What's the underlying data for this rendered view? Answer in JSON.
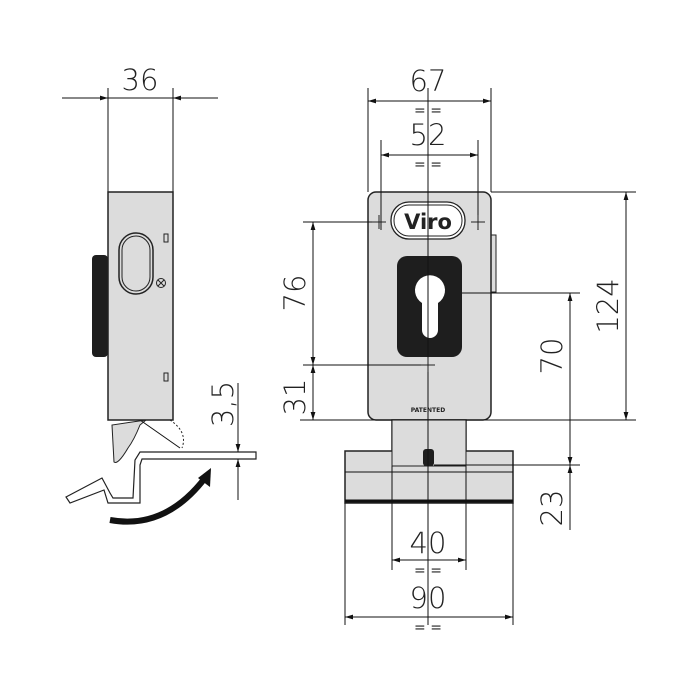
{
  "drawing": {
    "brand_logo": "Viro",
    "stamp": "PATENTED",
    "side_view": {
      "width": "36",
      "gap": "3,5"
    },
    "front_view": {
      "overall_width": "67",
      "hole_spacing": "52",
      "height": "124",
      "upper_offset": "76",
      "lower_offset": "31",
      "cylinder_height": "70",
      "keeper_offset": "23",
      "keeper_neck_width": "40",
      "keeper_width": "90",
      "equal_mark": "=   ="
    },
    "colors": {
      "body": "#dcdcdc",
      "dark": "#1e1e1e"
    }
  }
}
